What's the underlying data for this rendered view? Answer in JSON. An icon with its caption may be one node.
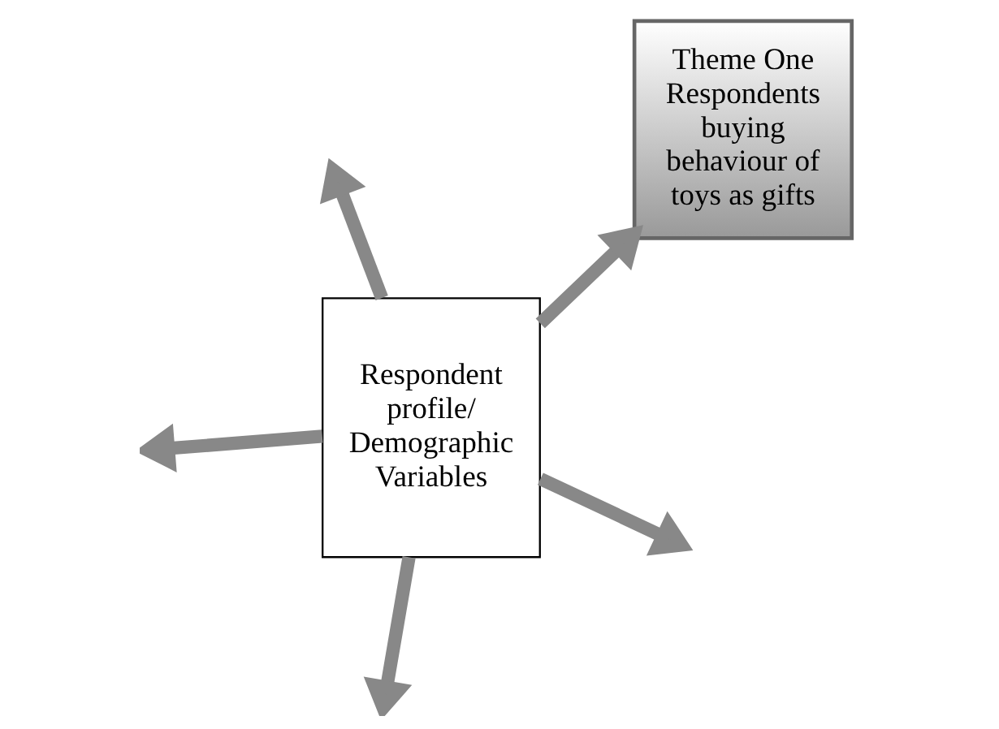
{
  "diagram": {
    "nodes": [
      {
        "text": [
          "Theme One Respondents buying behaviour of toys as gifts"
        ]
      },
      {
        "text": [
          "Respondent profile/ Demographic Variables"
        ]
      }
    ],
    "edges": [
      {
        "from": 1,
        "to": 0,
        "arrow": "to"
      },
      {
        "from": 1,
        "to": null,
        "arrow": "to"
      },
      {
        "from": 1,
        "to": null,
        "arrow": "to"
      },
      {
        "from": 1,
        "to": null,
        "arrow": "to"
      },
      {
        "from": 1,
        "to": null,
        "arrow": "to"
      }
    ]
  }
}
